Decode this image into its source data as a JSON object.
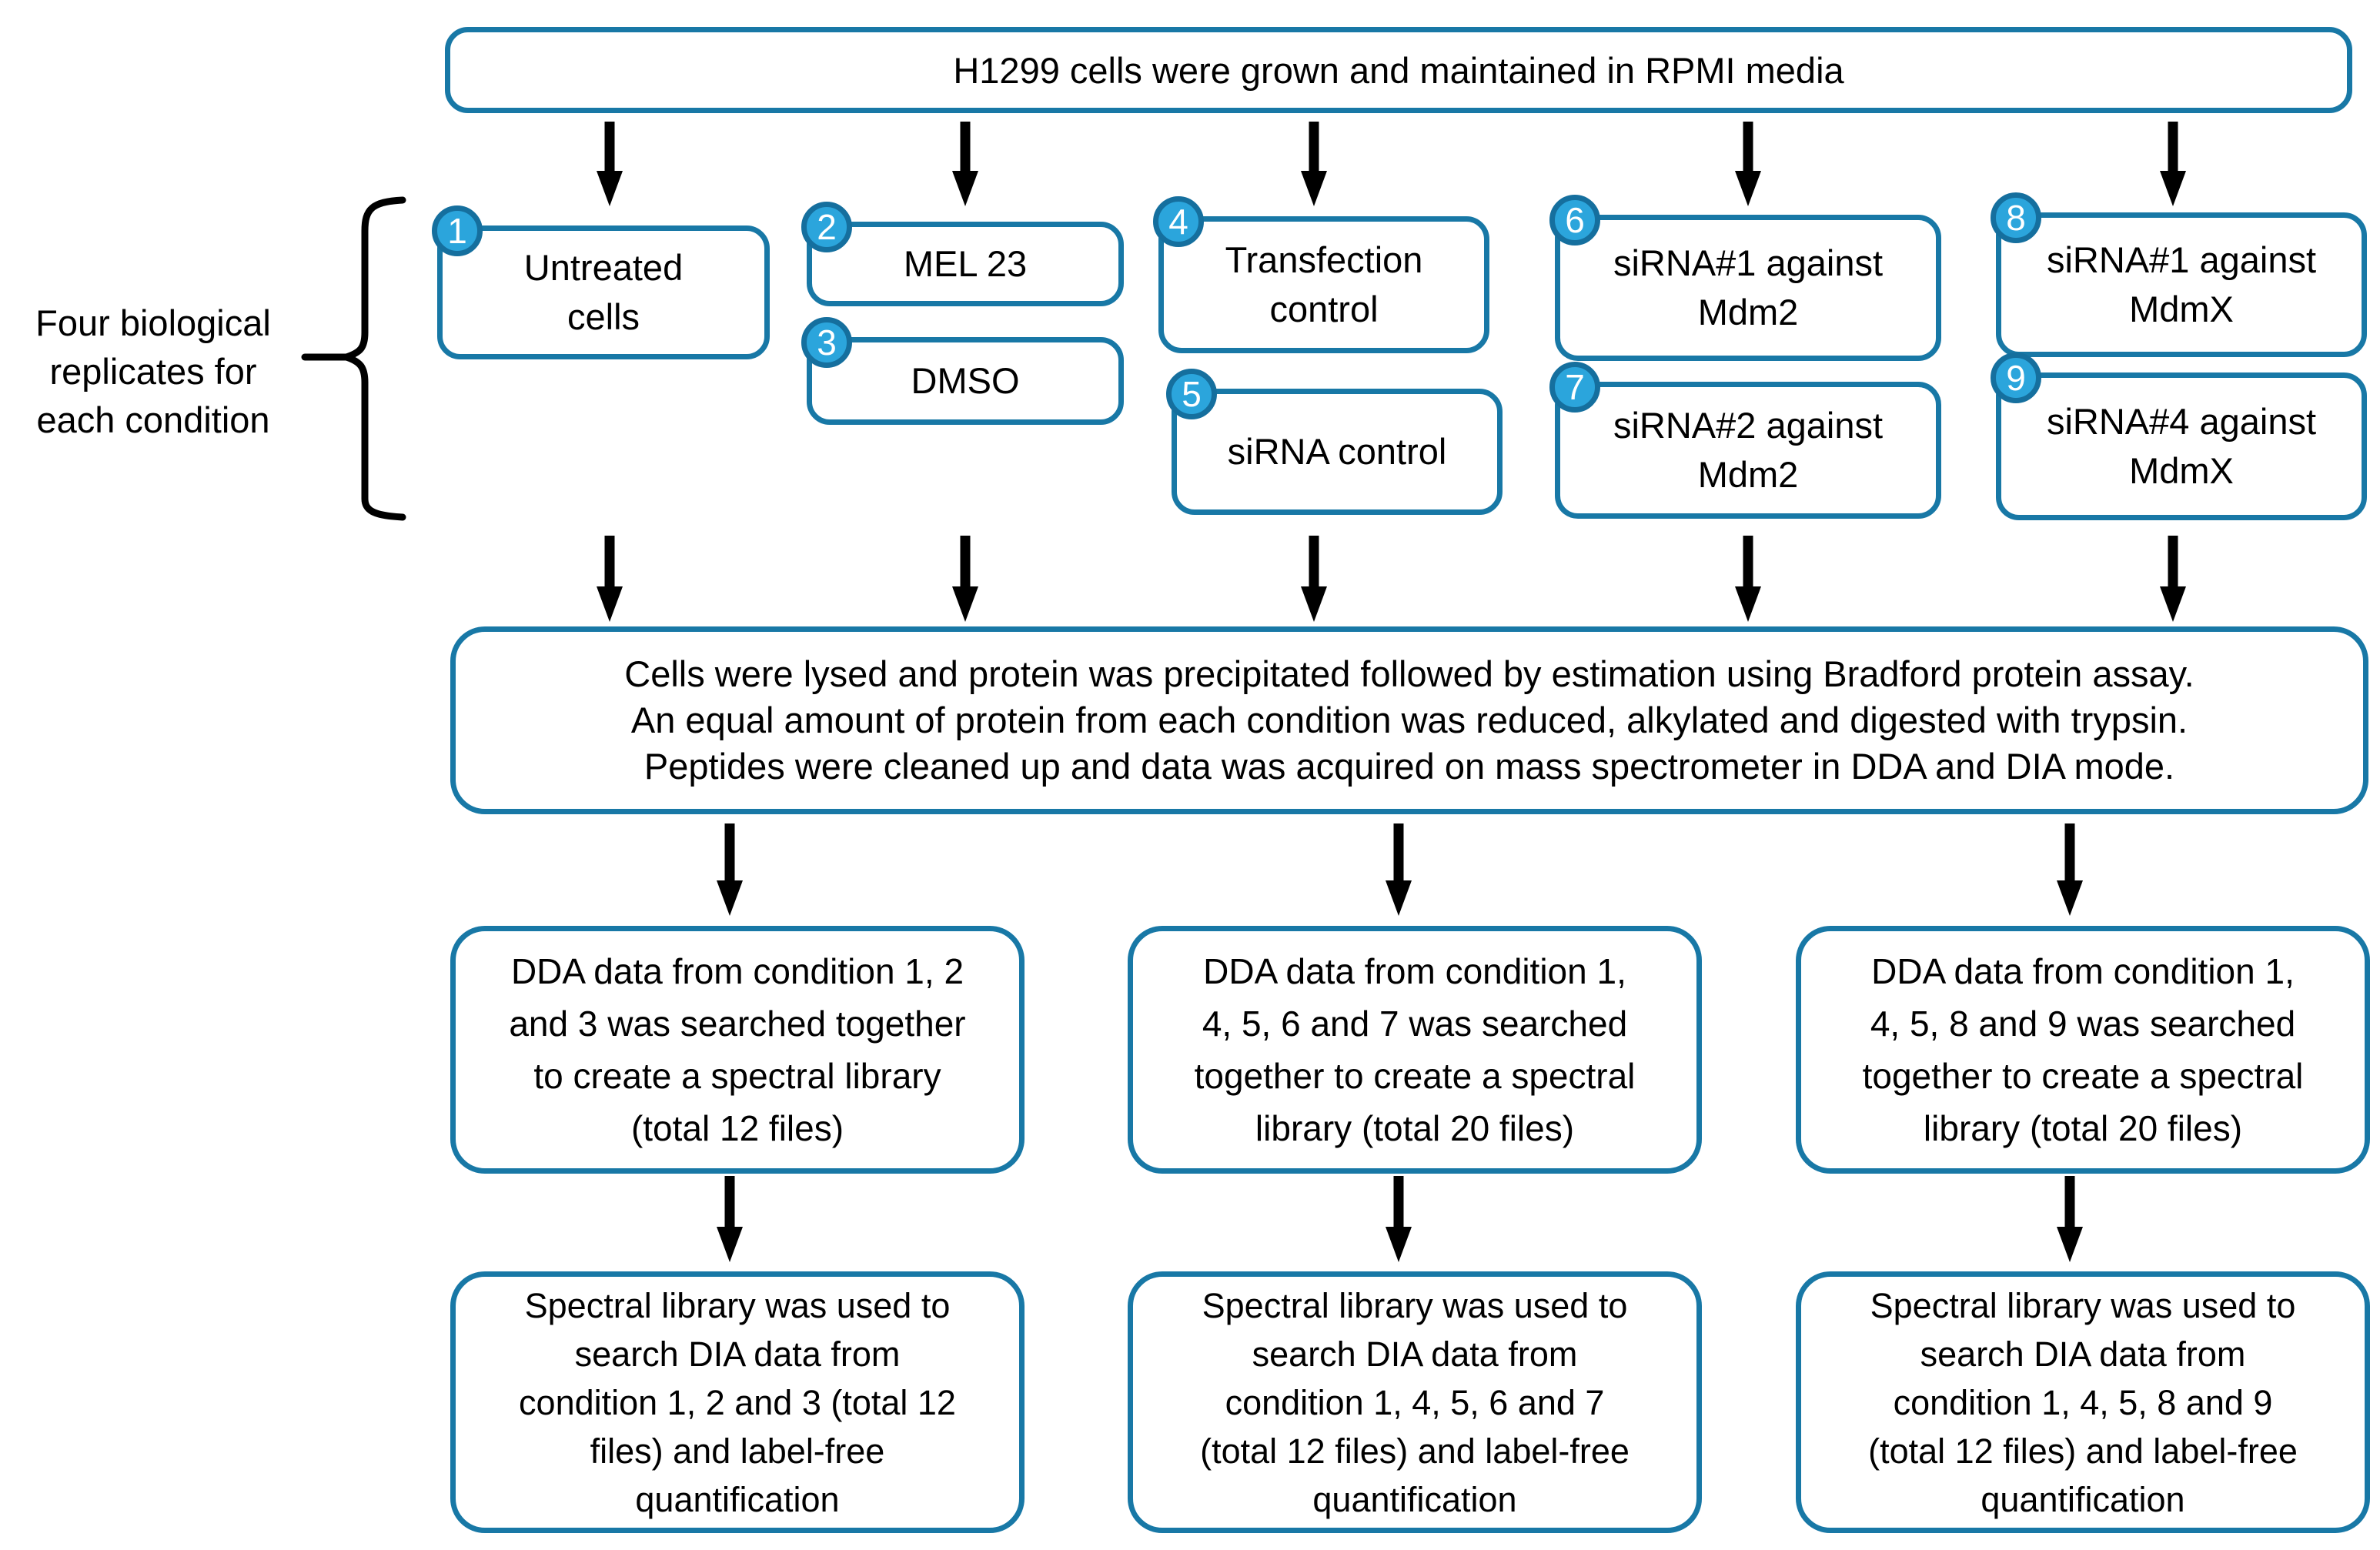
{
  "palette": {
    "box_border": "#1878A6",
    "badge_fill": "#2BA5DC",
    "badge_ring": "#156F9E",
    "arrow": "#000000",
    "text": "#000000",
    "background": "#FFFFFF"
  },
  "top_box": {
    "text": "H1299 cells were grown and maintained in RPMI media"
  },
  "left_annotation": {
    "lines": [
      "Four biological",
      "replicates for",
      "each condition"
    ]
  },
  "conditions": [
    {
      "number": "1",
      "lines": [
        "Untreated",
        "cells"
      ]
    },
    {
      "number": "2",
      "lines": [
        "MEL 23"
      ]
    },
    {
      "number": "3",
      "lines": [
        "DMSO"
      ]
    },
    {
      "number": "4",
      "lines": [
        "Transfection",
        "control"
      ]
    },
    {
      "number": "5",
      "lines": [
        "siRNA control"
      ]
    },
    {
      "number": "6",
      "lines": [
        "siRNA#1 against",
        "Mdm2"
      ]
    },
    {
      "number": "7",
      "lines": [
        "siRNA#2 against",
        "Mdm2"
      ]
    },
    {
      "number": "8",
      "lines": [
        "siRNA#1 against",
        "MdmX"
      ]
    },
    {
      "number": "9",
      "lines": [
        "siRNA#4 against",
        "MdmX"
      ]
    }
  ],
  "lysis_box": {
    "lines": [
      "Cells were lysed and protein was precipitated followed by estimation using Bradford protein assay.",
      "An equal amount of protein from each condition was reduced, alkylated and digested with trypsin.",
      "Peptides were cleaned up and data was acquired on mass spectrometer in DDA and DIA mode."
    ]
  },
  "library_row": [
    {
      "lines": [
        "DDA data from condition 1, 2",
        "and 3 was searched together",
        "to create a spectral library",
        "(total 12 files)"
      ]
    },
    {
      "lines": [
        "DDA data from condition 1,",
        "4, 5, 6 and 7 was searched",
        "together to create a spectral",
        "library (total 20 files)"
      ]
    },
    {
      "lines": [
        "DDA data from condition 1,",
        "4, 5, 8 and 9 was searched",
        "together to create a spectral",
        "library (total 20 files)"
      ]
    }
  ],
  "quant_row": [
    {
      "lines": [
        "Spectral library was used to",
        "search DIA data from",
        "condition 1, 2 and 3 (total 12",
        "files) and label-free",
        "quantification"
      ]
    },
    {
      "lines": [
        "Spectral library was used to",
        "search DIA data from",
        "condition 1, 4, 5, 6 and 7",
        "(total 12 files) and label-free",
        "quantification"
      ]
    },
    {
      "lines": [
        "Spectral library was used to",
        "search DIA data from",
        "condition 1, 4, 5, 8 and 9",
        "(total 12 files) and label-free",
        "quantification"
      ]
    }
  ]
}
